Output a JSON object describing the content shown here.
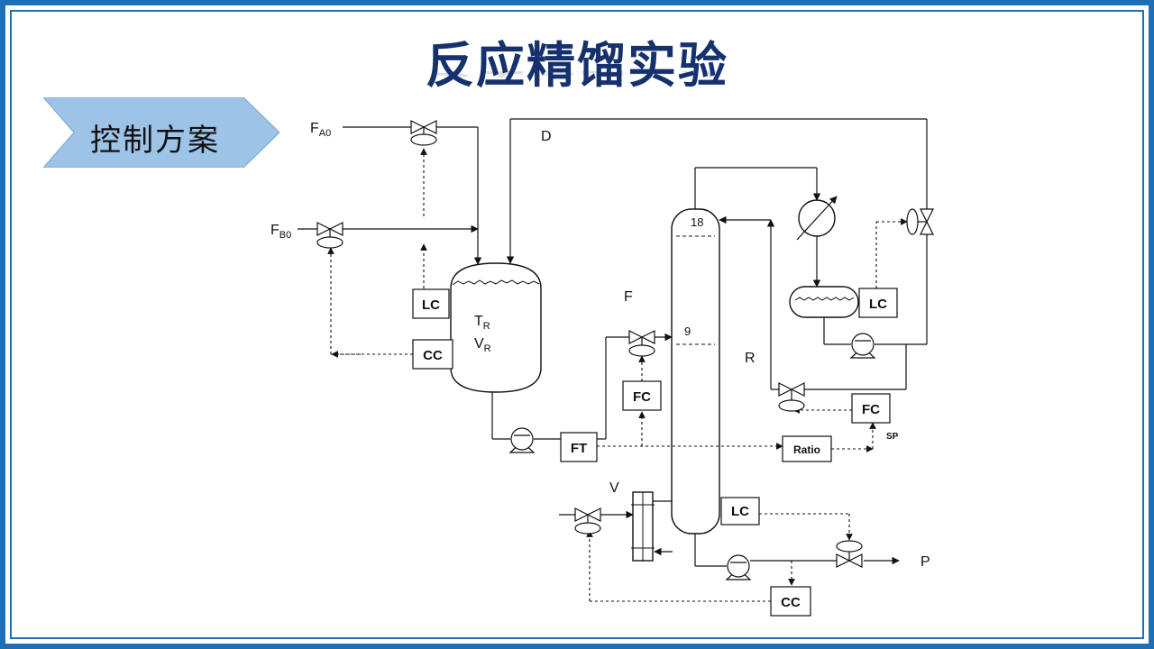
{
  "title": "反应精馏实验",
  "section_label": "控制方案",
  "colors": {
    "frame": "#1f6fb5",
    "title": "#16326e",
    "tag_fill": "#9dc3e6",
    "line": "#111111"
  },
  "streams": {
    "fa0_main": "F",
    "fa0_sub": "A0",
    "fb0_main": "F",
    "fb0_sub": "B0",
    "distillate": "D",
    "feed": "F",
    "reflux": "R",
    "vapor": "V",
    "product": "P"
  },
  "reactor": {
    "t_main": "T",
    "t_sub": "R",
    "v_main": "V",
    "v_sub": "R"
  },
  "column_stages": {
    "top": "18",
    "feed": "9"
  },
  "controllers": {
    "lc_reactor": "LC",
    "cc_reactor": "CC",
    "fc_feed": "FC",
    "ft_feed": "FT",
    "ratio": "Ratio",
    "fc_reflux": "FC",
    "sp": "SP",
    "lc_drum": "LC",
    "lc_column": "LC",
    "cc_bottom": "CC"
  }
}
